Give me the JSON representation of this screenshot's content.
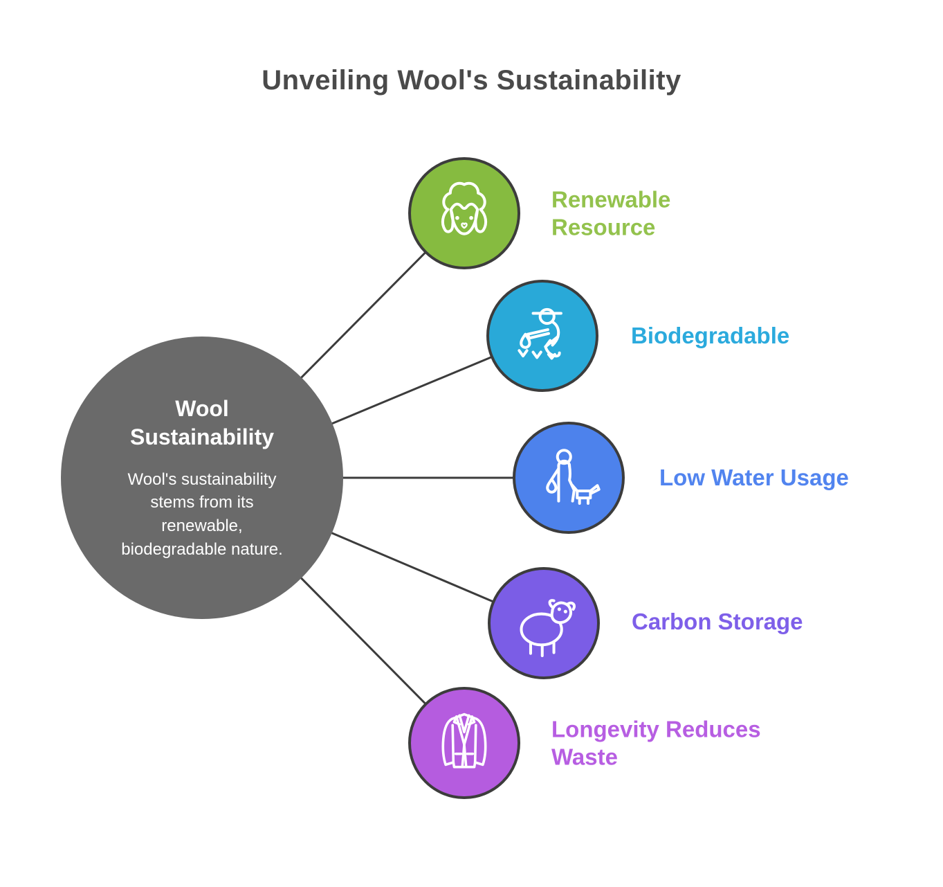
{
  "title": "Unveiling Wool's Sustainability",
  "center": {
    "heading": "Wool\nSustainability",
    "description": "Wool's sustainability\nstems from its\nrenewable,\nbiodegradable nature.",
    "bg_color": "#6A6A6A",
    "text_color": "#FFFFFF"
  },
  "nodes": [
    {
      "label": "Renewable\nResource",
      "circle_color": "#86BB40",
      "label_color": "#93C24D",
      "icon": "sheep-head-icon"
    },
    {
      "label": "Biodegradable",
      "circle_color": "#29A9D8",
      "label_color": "#2BAADD",
      "icon": "farmer-planting-icon"
    },
    {
      "label": "Low Water Usage",
      "circle_color": "#4D82EC",
      "label_color": "#5184EF",
      "icon": "person-with-dog-icon"
    },
    {
      "label": "Carbon Storage",
      "circle_color": "#7B5DE6",
      "label_color": "#7E5FE9",
      "icon": "sheep-body-icon"
    },
    {
      "label": "Longevity Reduces\nWaste",
      "circle_color": "#B55CDF",
      "label_color": "#B75EE2",
      "icon": "blazer-icon"
    }
  ],
  "colors": {
    "line": "#3C3C3C",
    "circle_border": "#3C3C3C",
    "title": "#4A4A4A",
    "icon_stroke": "#FFFFFF",
    "background": "#FFFFFF"
  }
}
